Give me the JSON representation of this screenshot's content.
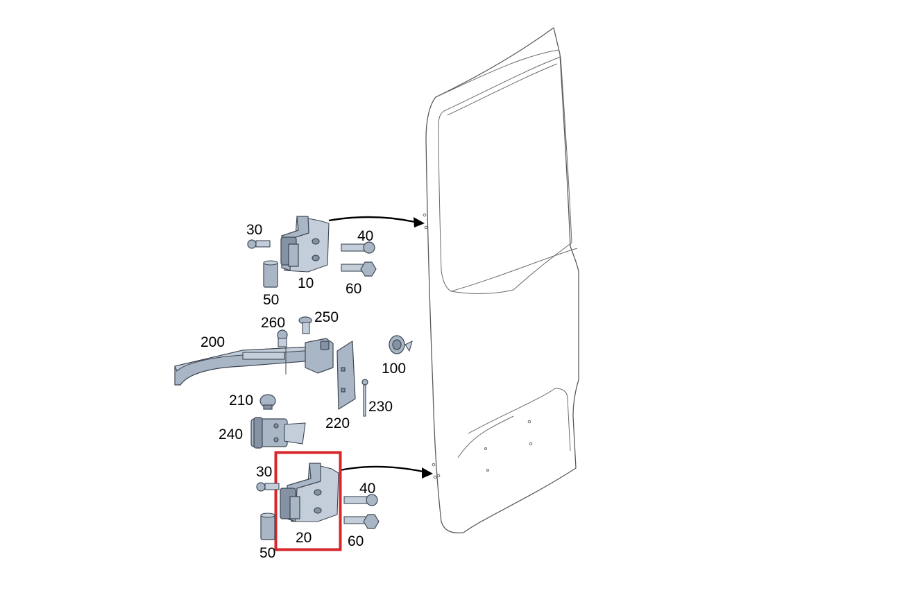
{
  "diagram": {
    "highlight_color": "#d7262c",
    "part_color": "#a9b6c6",
    "callouts": [
      {
        "id": "30-top",
        "text": "30"
      },
      {
        "id": "40-top",
        "text": "40"
      },
      {
        "id": "10",
        "text": "10"
      },
      {
        "id": "60-top",
        "text": "60"
      },
      {
        "id": "50-top",
        "text": "50"
      },
      {
        "id": "260",
        "text": "260"
      },
      {
        "id": "250",
        "text": "250"
      },
      {
        "id": "200",
        "text": "200"
      },
      {
        "id": "100",
        "text": "100"
      },
      {
        "id": "210",
        "text": "210"
      },
      {
        "id": "230",
        "text": "230"
      },
      {
        "id": "220",
        "text": "220"
      },
      {
        "id": "240",
        "text": "240"
      },
      {
        "id": "30-bottom",
        "text": "30"
      },
      {
        "id": "40-bottom",
        "text": "40"
      },
      {
        "id": "20",
        "text": "20"
      },
      {
        "id": "60-bottom",
        "text": "60"
      },
      {
        "id": "50-bottom",
        "text": "50"
      }
    ]
  }
}
